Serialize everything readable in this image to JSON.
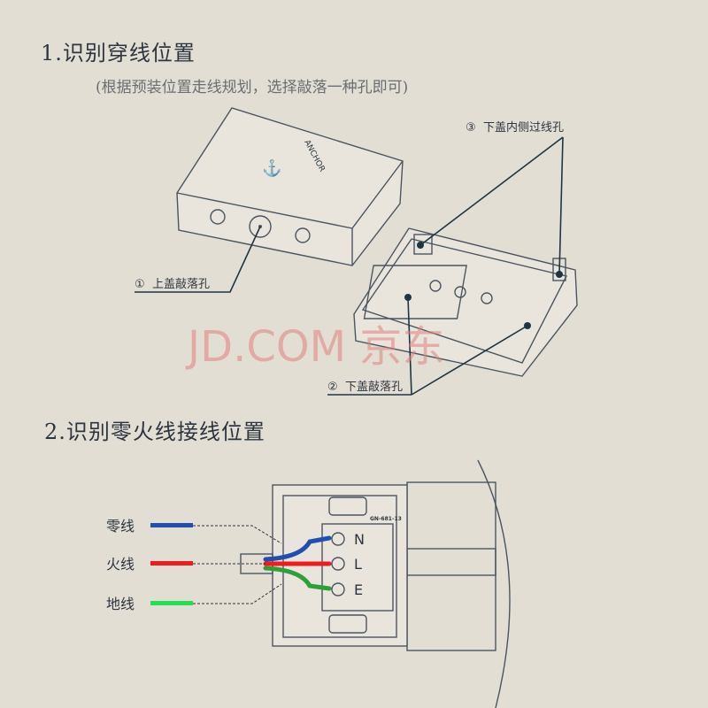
{
  "section1": {
    "title": "1.识别穿线位置",
    "subtitle": "(根据预装位置走线规划，选择敲落一种孔即可)",
    "callouts": [
      {
        "num": "①",
        "text": "上盖敲落孔"
      },
      {
        "num": "②",
        "text": "下盖敲落孔"
      },
      {
        "num": "③",
        "text": "下盖内侧过线孔"
      }
    ],
    "logo": "ANCHOR"
  },
  "section2": {
    "title": "2.识别零火线接线位置",
    "wires": [
      {
        "label": "零线",
        "color": "#1f4fb0"
      },
      {
        "label": "火线",
        "color": "#ee1c1c"
      },
      {
        "label": "地线",
        "color": "#22e052"
      }
    ],
    "terminals": [
      "N",
      "L",
      "E"
    ],
    "model": "GN-681-13"
  },
  "watermark": "JD.COM 京东"
}
